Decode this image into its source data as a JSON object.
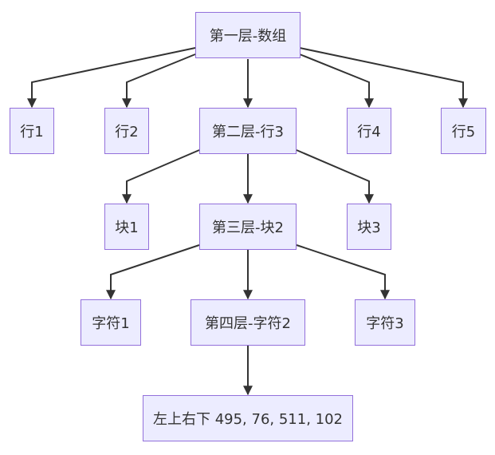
{
  "diagram": {
    "type": "tree",
    "colors": {
      "node_fill": "#ececff",
      "node_border": "#9370db",
      "edge": "#333333",
      "text": "#333333"
    },
    "nodes": {
      "root": "第一层-数组",
      "row1": "行1",
      "row2": "行2",
      "row3": "第二层-行3",
      "row4": "行4",
      "row5": "行5",
      "block1": "块1",
      "block2": "第三层-块2",
      "block3": "块3",
      "char1": "字符1",
      "char2": "第四层-字符2",
      "char3": "字符3",
      "bbox": "左上右下 495, 76, 511, 102"
    },
    "edges": [
      [
        "root",
        "row1"
      ],
      [
        "root",
        "row2"
      ],
      [
        "root",
        "row3"
      ],
      [
        "root",
        "row4"
      ],
      [
        "root",
        "row5"
      ],
      [
        "row3",
        "block1"
      ],
      [
        "row3",
        "block2"
      ],
      [
        "row3",
        "block3"
      ],
      [
        "block2",
        "char1"
      ],
      [
        "block2",
        "char2"
      ],
      [
        "block2",
        "char3"
      ],
      [
        "char2",
        "bbox"
      ]
    ]
  }
}
